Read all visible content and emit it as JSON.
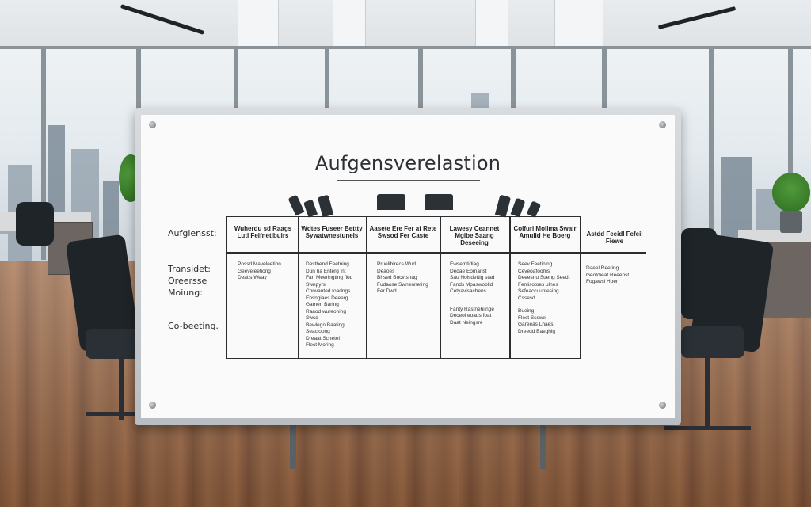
{
  "board": {
    "title": "Aufgensverelastion",
    "row_labels": [
      "Aufgiensst:",
      "Transidet:",
      "Oreersse",
      "Moiung:",
      "Co-beeting."
    ],
    "columns": [
      {
        "heading": "Wuherdu sd Raags Lutl Feifnetibuirs",
        "cells": [
          "Possd Maveleetion",
          "Geeveleetiong",
          "Deatls Weay"
        ]
      },
      {
        "heading": "Wdtes Fuseer Bettty Sywatwnestunels",
        "cells": [
          "Destbend Feetning",
          "Dun ha Enterg int",
          "Fan Meeringting flod",
          "Swnpyrs",
          "Convanted toadngs",
          "Ehsngiaes Deeerg",
          "Gamen Baring",
          "Raaod wureoning",
          "Swsd",
          "Bewlegn Baating",
          "Seacloong",
          "Dreaat Schetel",
          "Flect Moring"
        ]
      },
      {
        "heading": "Aasete Ere Fer af Rete Swsod Fer Caste",
        "cells": [
          "Pruelibirecs Wud",
          "Deaoes",
          "Bhsed Bocvtsnag",
          "Fudaose Swnenneting",
          "Fer Dwd"
        ]
      },
      {
        "heading": "Lawesy Ceannet Mgibe Saang Deseeing",
        "cells": [
          "Ewsemtidiag",
          "Dedae Eomanst",
          "Sau Nolsdettlg stad",
          "Fands Mpaswoblld",
          "Cetyavisachens",
          "Fanty Rastnehiinge",
          "Deceol eoads foat",
          "Daat Neingsre"
        ]
      },
      {
        "heading": "Colfuri Mollma Swair Amulid He Boerg",
        "cells": [
          "Seev Feetining",
          "Ceveoafooms",
          "Deeesnu Sueng Seedt",
          "Fenlisotoes ulnes",
          "Sefeaccuuntesing",
          "Cssesd",
          "Bueing",
          "Flect Ssswe",
          "Gareeas Lhaes",
          "Dreedd Baeghig"
        ]
      },
      {
        "heading": "Astdd Feeidl Fefeil Fiewe",
        "cells": [
          "Daeel Reeting",
          "Geotdieat Reeenst",
          "Fogawsl Hoer"
        ]
      }
    ]
  }
}
